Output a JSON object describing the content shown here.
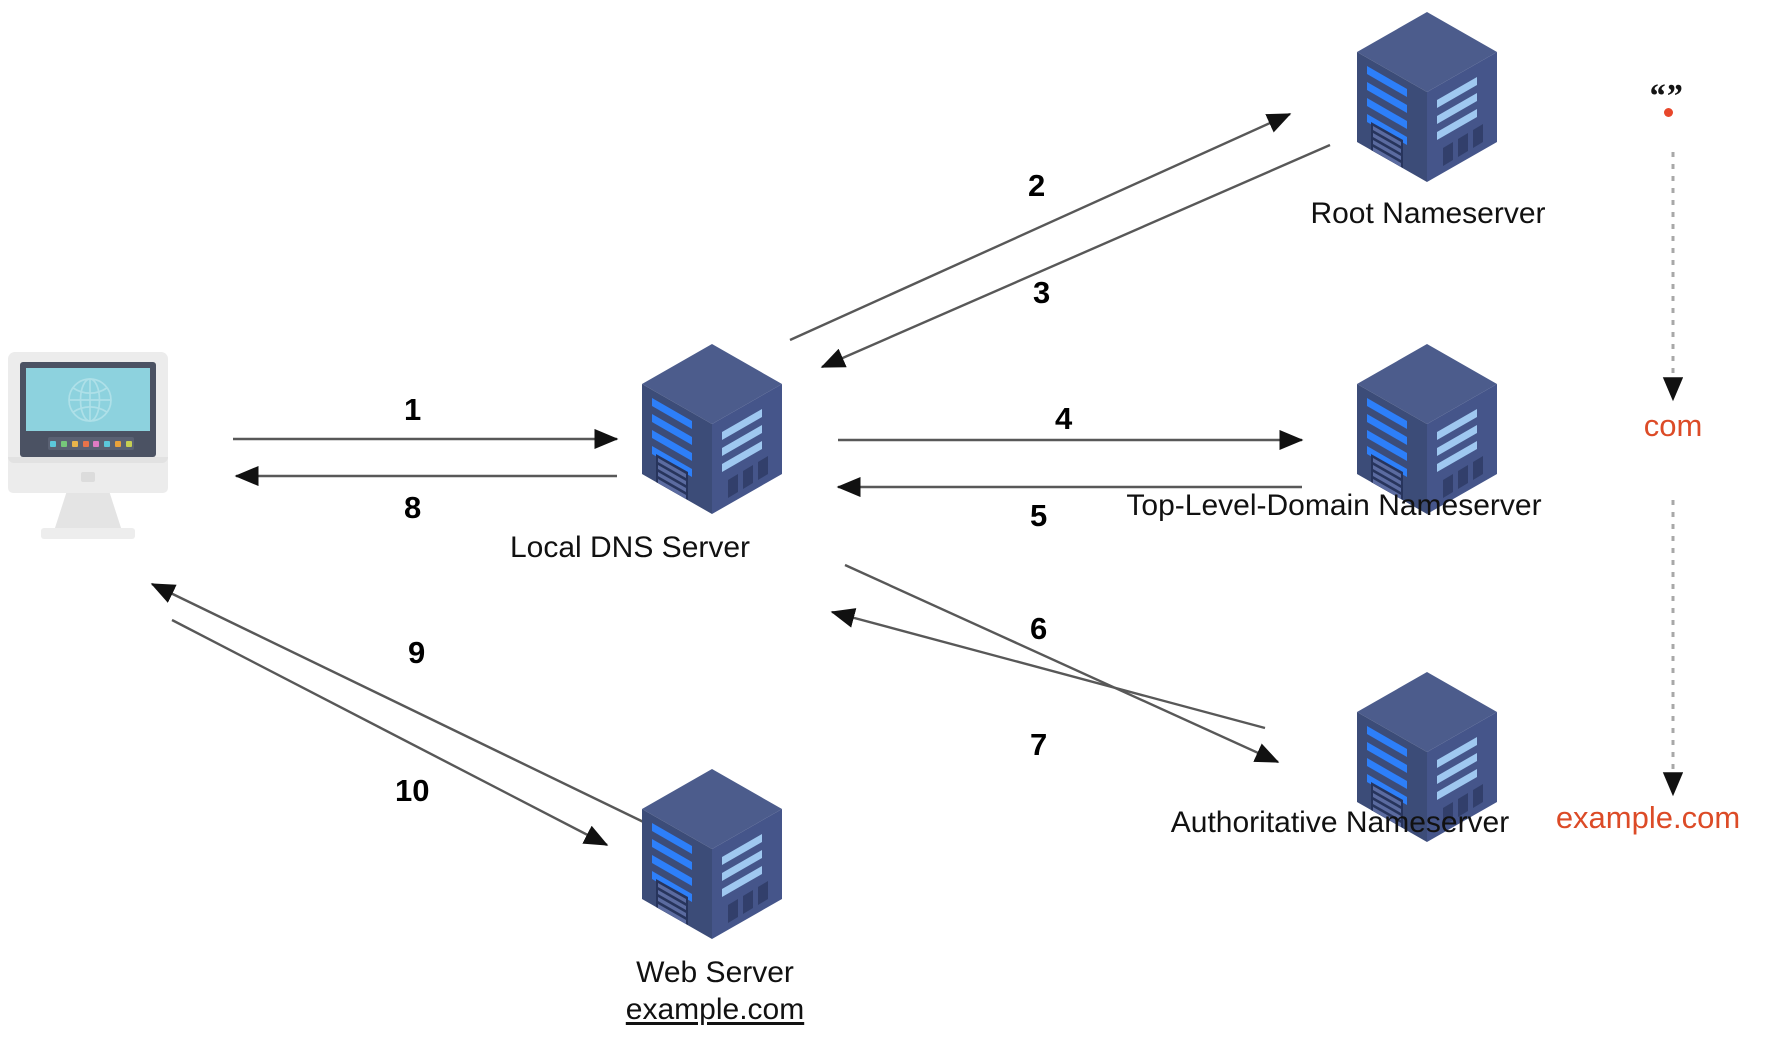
{
  "diagram": {
    "title": "DNS Resolution Process",
    "background_color": "#FFFFFF",
    "accent_color": "#DC4B27",
    "server_color": "#3F4F81",
    "arrow_color": "#4D4D4D"
  },
  "nodes": [
    {
      "id": "client",
      "icon": "desktop-monitor-icon",
      "label_lines": [
        "",
        ""
      ],
      "label": ""
    },
    {
      "id": "local-dns-server",
      "icon": "server-icon",
      "label": "Local DNS Server",
      "label_lines": [
        "Local DNS Server"
      ]
    },
    {
      "id": "root-nameserver",
      "icon": "server-icon",
      "label": "Root Nameserver",
      "label_lines": [
        "Root Nameserver"
      ]
    },
    {
      "id": "tld-nameserver",
      "icon": "server-icon",
      "label": "Top-Level-Domain Nameserver",
      "label_lines": [
        "Top-Level-Domain Nameserver"
      ]
    },
    {
      "id": "authoritative-nameserver",
      "icon": "server-icon",
      "label": "Authoritative Nameserver",
      "label_lines": [
        "Authoritative Nameserver"
      ]
    },
    {
      "id": "web-server",
      "icon": "server-icon",
      "label": "Web Server example.com",
      "label_lines": [
        "Web Server",
        "example.com"
      ]
    }
  ],
  "labels": {
    "local_dns_server": "Local DNS Server",
    "root_nameserver": "Root Nameserver",
    "tld_nameserver": "Top-Level-Domain Nameserver",
    "authoritative_nameserver": "Authoritative Nameserver",
    "web_server_line1": "Web Server",
    "web_server_line2": "example.com"
  },
  "steps": [
    {
      "number": "1",
      "from": "client",
      "to": "local-dns-server",
      "direction": "right"
    },
    {
      "number": "2",
      "from": "local-dns-server",
      "to": "root-nameserver",
      "direction": "up-right"
    },
    {
      "number": "3",
      "from": "root-nameserver",
      "to": "local-dns-server",
      "direction": "down-left"
    },
    {
      "number": "4",
      "from": "local-dns-server",
      "to": "tld-nameserver",
      "direction": "right"
    },
    {
      "number": "5",
      "from": "tld-nameserver",
      "to": "local-dns-server",
      "direction": "left"
    },
    {
      "number": "6",
      "from": "authoritative-nameserver",
      "to": "local-dns-server",
      "direction": "up-left"
    },
    {
      "number": "7",
      "from": "local-dns-server",
      "to": "authoritative-nameserver",
      "direction": "down-right"
    },
    {
      "number": "8",
      "from": "local-dns-server",
      "to": "client",
      "direction": "left"
    },
    {
      "number": "9",
      "from": "web-server",
      "to": "client",
      "direction": "up-left"
    },
    {
      "number": "10",
      "from": "client",
      "to": "web-server",
      "direction": "down-right"
    }
  ],
  "zone_hierarchy": {
    "color": "#DC4B27",
    "levels": [
      {
        "id": "root",
        "quotes": "“”",
        "dot": ".",
        "label": ""
      },
      {
        "id": "tld",
        "label": "com"
      },
      {
        "id": "second",
        "label": "example.com"
      }
    ],
    "root_quotes": "“”",
    "tld_label": "com",
    "second_label": "example.com"
  }
}
